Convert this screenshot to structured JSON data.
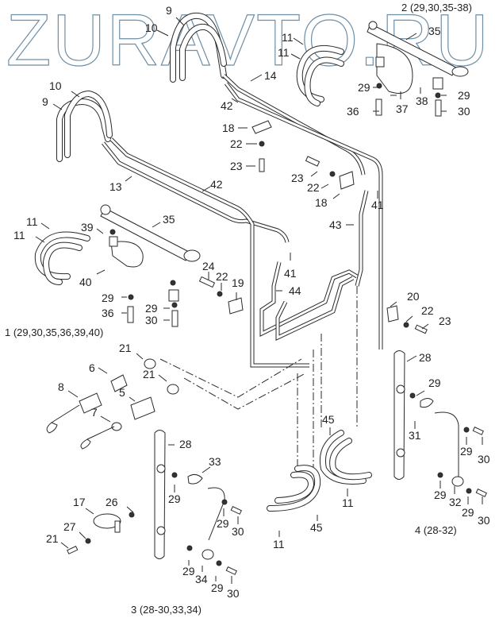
{
  "watermark": "ZURAVTO.RU",
  "groups": {
    "g1": "1 (29,30,35,36,39,40)",
    "g2": "2 (29,30,35-38)",
    "g3": "3 (28-30,33,34)",
    "g4": "4 (28-32)"
  },
  "callouts": [
    {
      "id": "c9a",
      "text": "9"
    },
    {
      "id": "c10a",
      "text": "10"
    },
    {
      "id": "c11a",
      "text": "11"
    },
    {
      "id": "c11b",
      "text": "11"
    },
    {
      "id": "c35a",
      "text": "35"
    },
    {
      "id": "c14",
      "text": "14"
    },
    {
      "id": "c42a",
      "text": "42"
    },
    {
      "id": "c29a",
      "text": "29"
    },
    {
      "id": "c29b",
      "text": "29"
    },
    {
      "id": "c36a",
      "text": "36"
    },
    {
      "id": "c37",
      "text": "37"
    },
    {
      "id": "c38",
      "text": "38"
    },
    {
      "id": "c30a",
      "text": "30"
    },
    {
      "id": "c10b",
      "text": "10"
    },
    {
      "id": "c9b",
      "text": "9"
    },
    {
      "id": "c18a",
      "text": "18"
    },
    {
      "id": "c22a",
      "text": "22"
    },
    {
      "id": "c23a",
      "text": "23"
    },
    {
      "id": "c13",
      "text": "13"
    },
    {
      "id": "c42b",
      "text": "42"
    },
    {
      "id": "c23b",
      "text": "23"
    },
    {
      "id": "c22b",
      "text": "22"
    },
    {
      "id": "c18b",
      "text": "18"
    },
    {
      "id": "c41a",
      "text": "41"
    },
    {
      "id": "c43",
      "text": "43"
    },
    {
      "id": "c11c",
      "text": "11"
    },
    {
      "id": "c11d",
      "text": "11"
    },
    {
      "id": "c39",
      "text": "39"
    },
    {
      "id": "c35b",
      "text": "35"
    },
    {
      "id": "c40",
      "text": "40"
    },
    {
      "id": "c24",
      "text": "24"
    },
    {
      "id": "c22c",
      "text": "22"
    },
    {
      "id": "c19",
      "text": "19"
    },
    {
      "id": "c41b",
      "text": "41"
    },
    {
      "id": "c44",
      "text": "44"
    },
    {
      "id": "c29c",
      "text": "29"
    },
    {
      "id": "c36b",
      "text": "36"
    },
    {
      "id": "c29d",
      "text": "29"
    },
    {
      "id": "c30b",
      "text": "30"
    },
    {
      "id": "c20",
      "text": "20"
    },
    {
      "id": "c22d",
      "text": "22"
    },
    {
      "id": "c23c",
      "text": "23"
    },
    {
      "id": "c21a",
      "text": "21"
    },
    {
      "id": "c6",
      "text": "6"
    },
    {
      "id": "c21b",
      "text": "21"
    },
    {
      "id": "c8",
      "text": "8"
    },
    {
      "id": "c5",
      "text": "5"
    },
    {
      "id": "c7",
      "text": "7"
    },
    {
      "id": "c28a",
      "text": "28"
    },
    {
      "id": "c29e",
      "text": "29"
    },
    {
      "id": "c45a",
      "text": "45"
    },
    {
      "id": "c31",
      "text": "31"
    },
    {
      "id": "c29f",
      "text": "29"
    },
    {
      "id": "c30c",
      "text": "30"
    },
    {
      "id": "c28b",
      "text": "28"
    },
    {
      "id": "c33",
      "text": "33"
    },
    {
      "id": "c29g",
      "text": "29"
    },
    {
      "id": "c11e",
      "text": "11"
    },
    {
      "id": "c29h",
      "text": "29"
    },
    {
      "id": "c32",
      "text": "32"
    },
    {
      "id": "c29i",
      "text": "29"
    },
    {
      "id": "c30d",
      "text": "30"
    },
    {
      "id": "c17",
      "text": "17"
    },
    {
      "id": "c26",
      "text": "26"
    },
    {
      "id": "c29j",
      "text": "29"
    },
    {
      "id": "c30e",
      "text": "30"
    },
    {
      "id": "c45b",
      "text": "45"
    },
    {
      "id": "c11f",
      "text": "11"
    },
    {
      "id": "c27",
      "text": "27"
    },
    {
      "id": "c21c",
      "text": "21"
    },
    {
      "id": "c29k",
      "text": "29"
    },
    {
      "id": "c34",
      "text": "34"
    },
    {
      "id": "c29l",
      "text": "29"
    },
    {
      "id": "c30f",
      "text": "30"
    }
  ]
}
